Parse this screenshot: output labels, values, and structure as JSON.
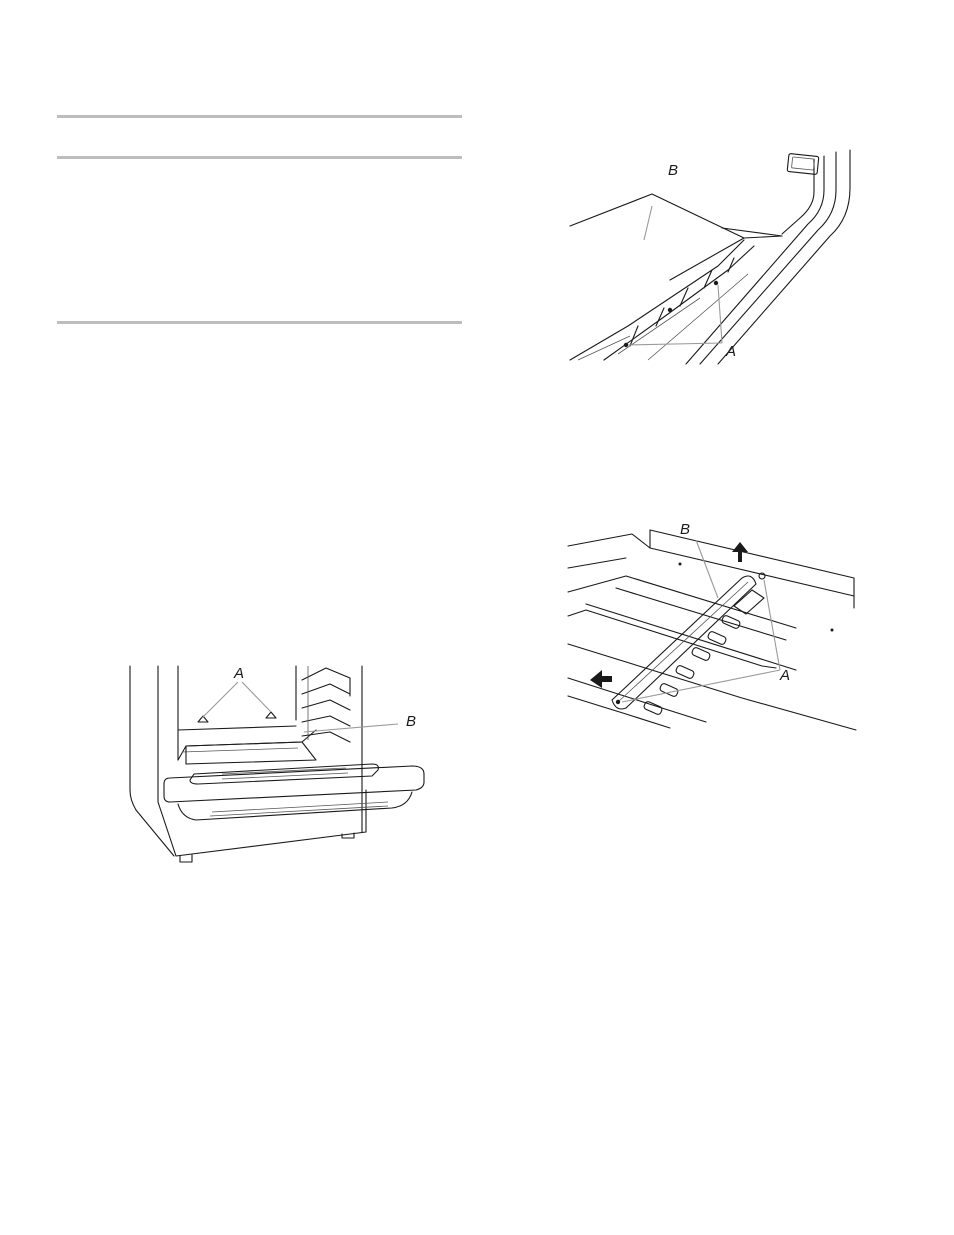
{
  "figures": {
    "oven_floor": {
      "label_a": "A",
      "label_b": "B"
    },
    "oven_front": {
      "label_a": "A",
      "label_b": "B"
    },
    "burner": {
      "label_a": "A",
      "label_b": "B"
    }
  }
}
